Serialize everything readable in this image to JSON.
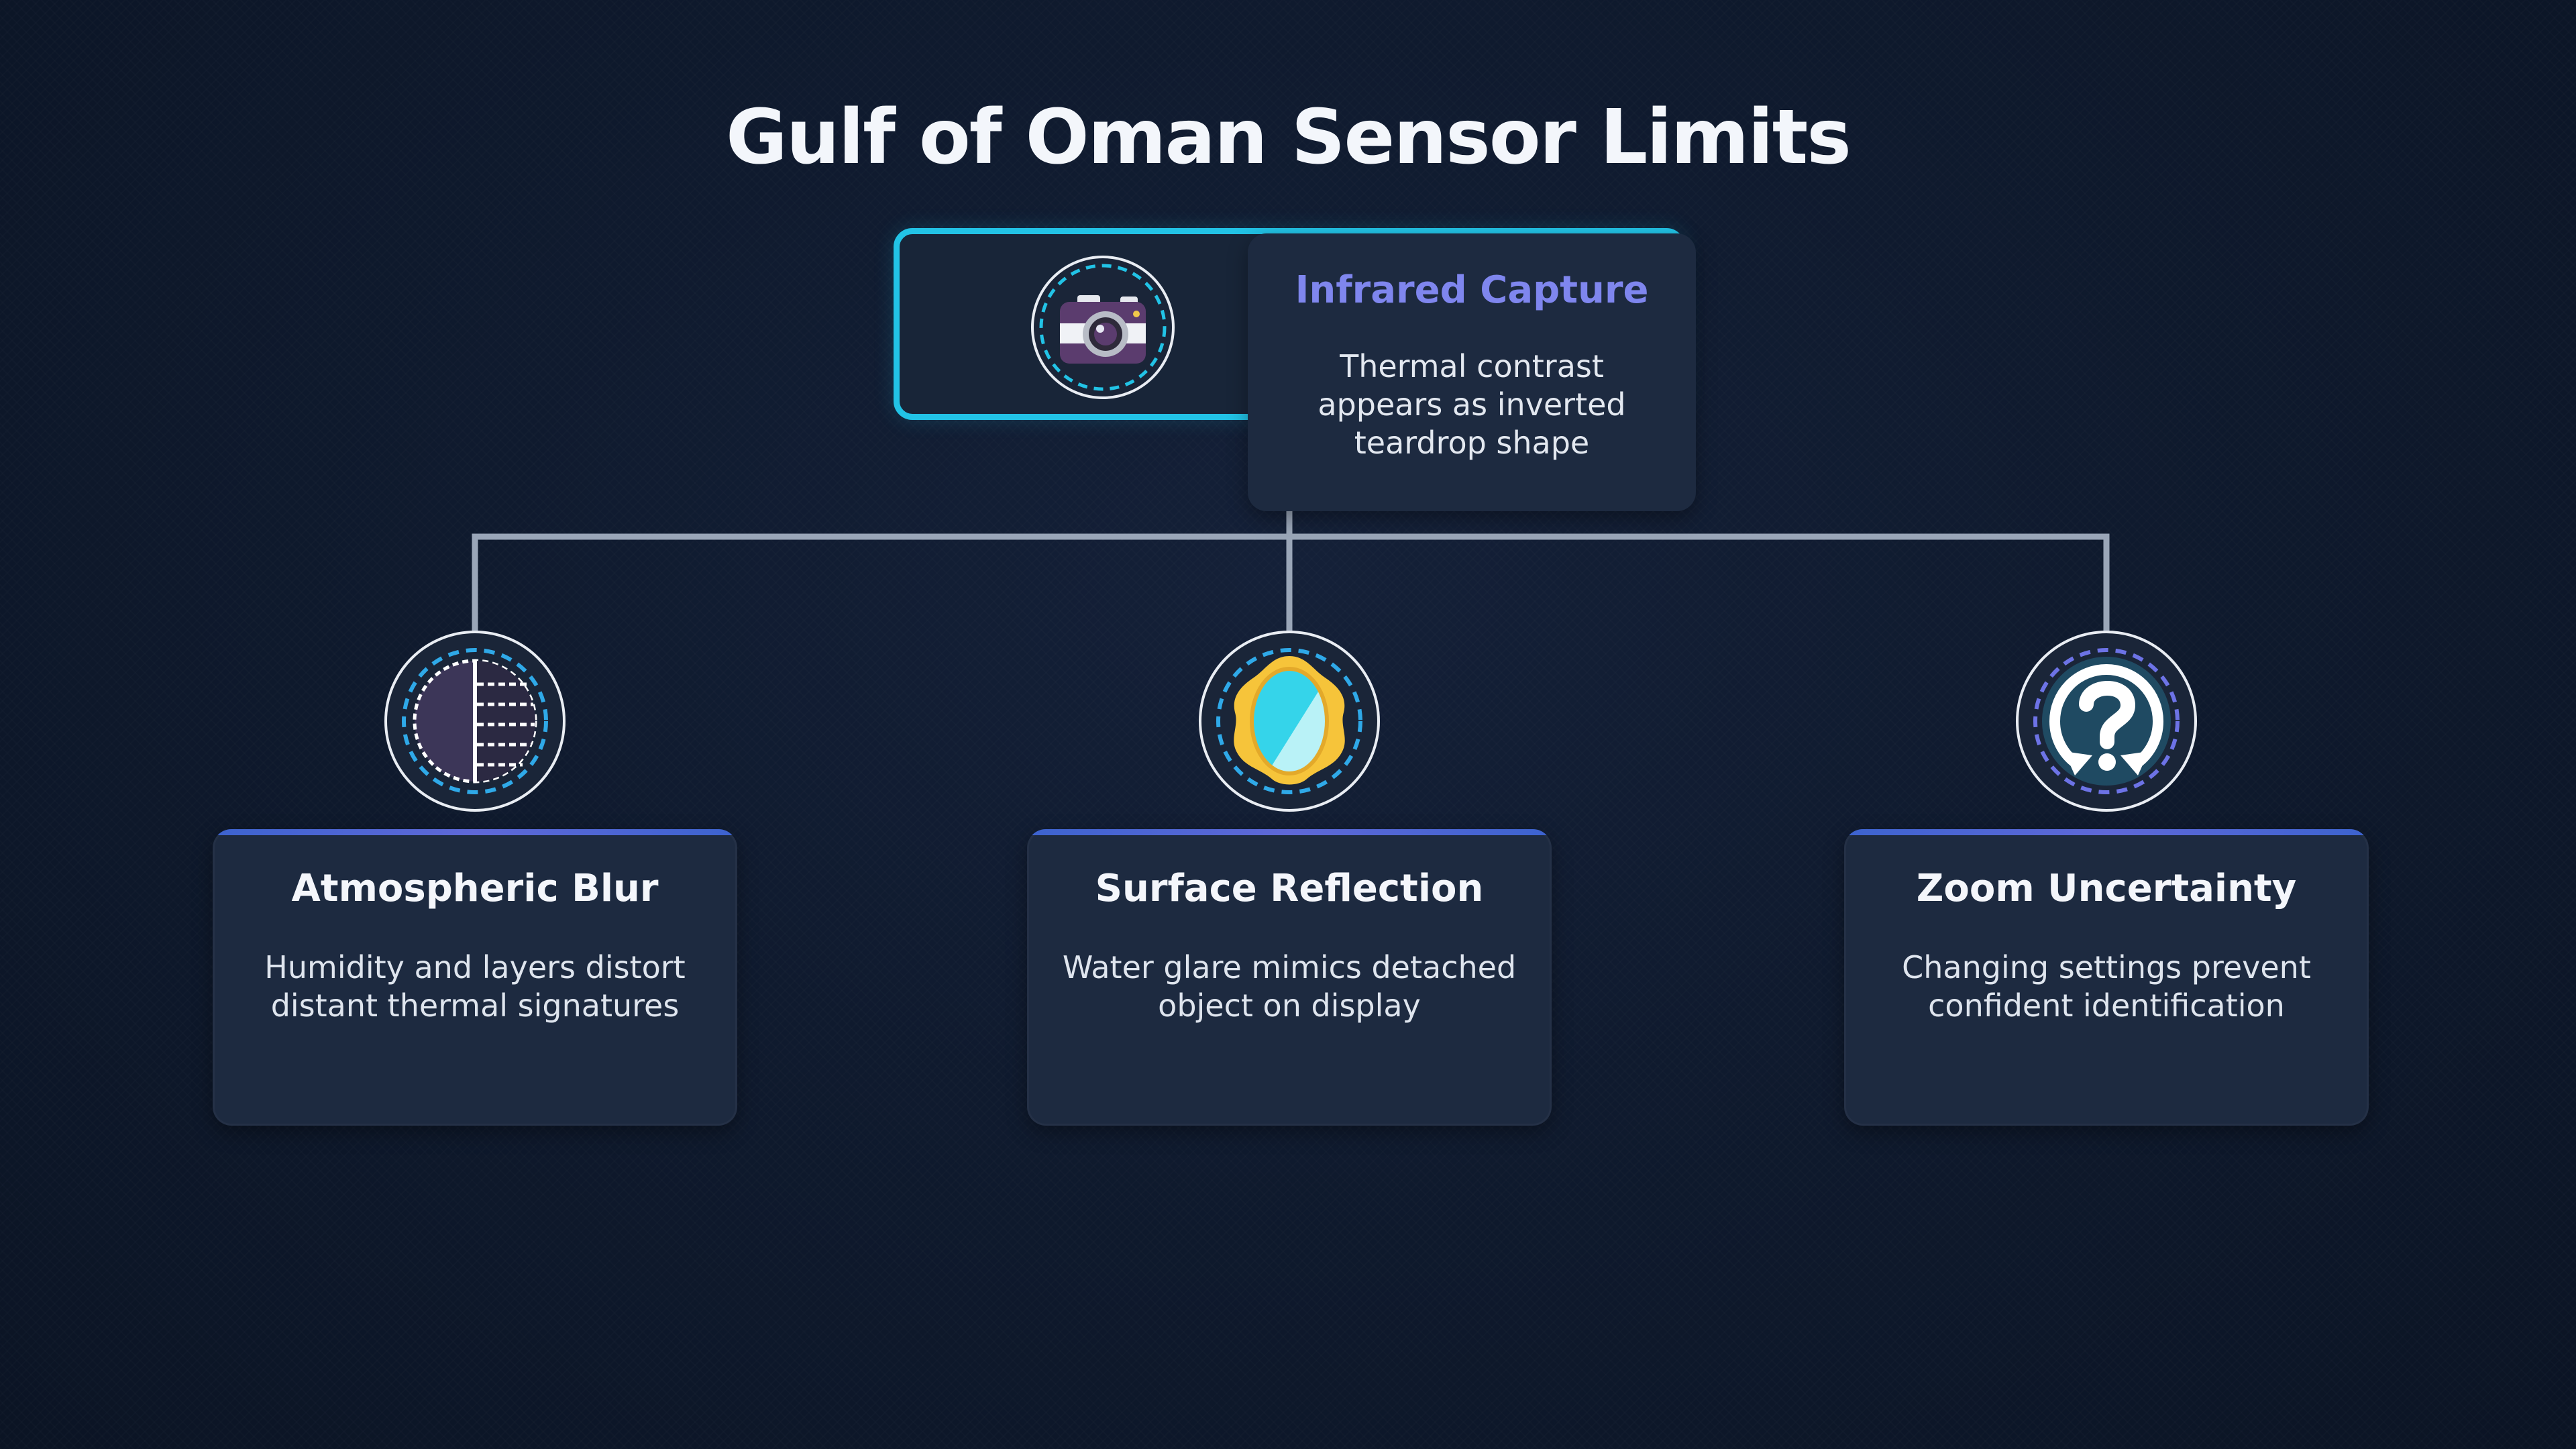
{
  "title": "Gulf of Oman Sensor Limits",
  "root": {
    "heading": "Infrared Capture",
    "description": "Thermal contrast appears as inverted teardrop shape",
    "icon": "camera-icon"
  },
  "children": [
    {
      "heading": "Atmospheric Blur",
      "description": "Humidity and layers distort distant thermal signatures",
      "icon": "haze-icon"
    },
    {
      "heading": "Surface Reflection",
      "description": "Water glare mimics detached object on display",
      "icon": "mirror-icon"
    },
    {
      "heading": "Zoom Uncertainty",
      "description": "Changing settings prevent confident identification",
      "icon": "question-refresh-icon"
    }
  ],
  "colors": {
    "background": "#0f1a2e",
    "card": "#1d2a40",
    "accent": "#22c3e6",
    "heading_accent": "#7f86ee",
    "connector": "#9aa6b8"
  }
}
